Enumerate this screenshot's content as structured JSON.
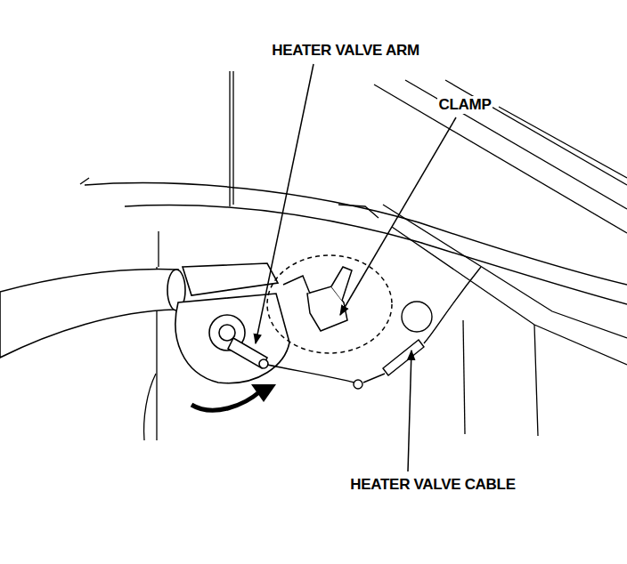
{
  "diagram": {
    "labels": [
      "HEATER VALVE ARM",
      "CLAMP",
      "HEATER VALVE CABLE"
    ]
  }
}
